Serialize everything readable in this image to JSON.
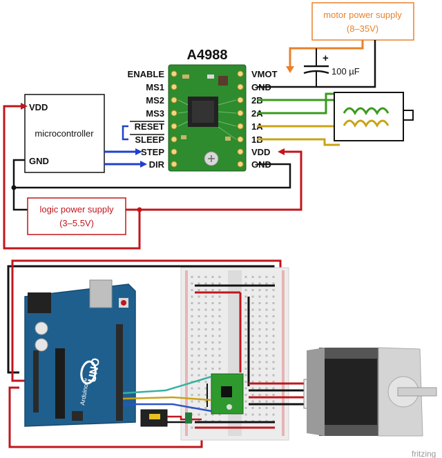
{
  "chip": {
    "title": "A4988"
  },
  "left_pins": [
    "ENABLE",
    "MS1",
    "MS2",
    "MS3",
    "RESET",
    "SLEEP",
    "STEP",
    "DIR"
  ],
  "right_pins": [
    "VMOT",
    "GND",
    "2B",
    "2A",
    "1A",
    "1B",
    "VDD",
    "GND"
  ],
  "mcu": {
    "vdd": "VDD",
    "label": "microcontroller",
    "gnd": "GND"
  },
  "motor_supply": {
    "line1": "motor power supply",
    "line2": "(8–35V)"
  },
  "logic_supply": {
    "line1": "logic power supply",
    "line2": "(3–5.5V)"
  },
  "capacitor": {
    "plus": "+",
    "label": "100 µF"
  },
  "arduino": {
    "board": "UNO",
    "brand": "Arduino™"
  },
  "watermark": "fritzing",
  "colors": {
    "red_wire": "#c0161c",
    "blue_wire": "#1f3fd0",
    "green_wire": "#3a9a1e",
    "yellow_wire": "#c8a316",
    "orange": "#e8812a",
    "pcb_green": "#2e8b2e",
    "arduino_blue": "#1f5f8e"
  }
}
